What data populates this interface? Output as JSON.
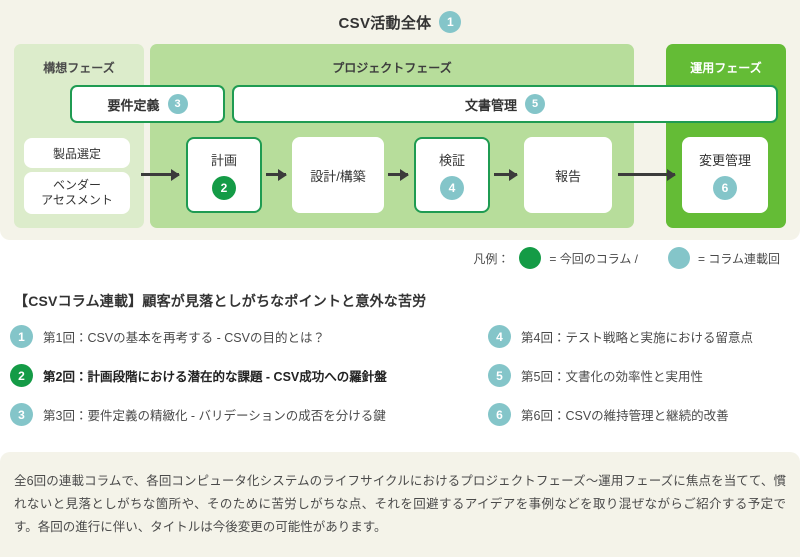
{
  "diagram": {
    "title": "CSV活動全体",
    "title_badge": "1",
    "phases": [
      {
        "id": "concept",
        "label": "構想フェーズ"
      },
      {
        "id": "project",
        "label": "プロジェクトフェーズ"
      },
      {
        "id": "operation",
        "label": "運用フェーズ"
      }
    ],
    "bars": [
      {
        "id": "requirements",
        "label": "要件定義",
        "badge": "3",
        "badge_color": "teal"
      },
      {
        "id": "documents",
        "label": "文書管理",
        "badge": "5",
        "badge_color": "teal"
      }
    ],
    "nodes": [
      {
        "id": "product-selection",
        "label": "製品選定",
        "badge": "",
        "badge_color": ""
      },
      {
        "id": "vendor-assessment",
        "label": "ベンダー\nアセスメント",
        "badge": "",
        "badge_color": ""
      },
      {
        "id": "plan",
        "label": "計画",
        "badge": "2",
        "badge_color": "green"
      },
      {
        "id": "design-build",
        "label": "設計/構築",
        "badge": "",
        "badge_color": ""
      },
      {
        "id": "verification",
        "label": "検証",
        "badge": "4",
        "badge_color": "teal"
      },
      {
        "id": "report",
        "label": "報告",
        "badge": "",
        "badge_color": ""
      },
      {
        "id": "change-management",
        "label": "変更管理",
        "badge": "6",
        "badge_color": "teal"
      }
    ]
  },
  "legend": {
    "label": "凡例：",
    "current_text": "= 今回のコラム /",
    "series_text": "= コラム連載回"
  },
  "content": {
    "title": "【CSVコラム連載】顧客が見落としがちなポイントと意外な苦労",
    "left_items": [
      {
        "number": "1",
        "state": "upcoming",
        "text": "第1回：CSVの基本を再考する - CSVの目的とは？"
      },
      {
        "number": "2",
        "state": "current",
        "text": "第2回：計画段階における潜在的な課題 - CSV成功への羅針盤"
      },
      {
        "number": "3",
        "state": "upcoming",
        "text": "第3回：要件定義の精緻化 - バリデーションの成否を分ける鍵"
      }
    ],
    "right_items": [
      {
        "number": "4",
        "state": "upcoming",
        "text": "第4回：テスト戦略と実施における留意点"
      },
      {
        "number": "5",
        "state": "upcoming",
        "text": "第5回：文書化の効率性と実用性"
      },
      {
        "number": "6",
        "state": "upcoming",
        "text": "第6回：CSVの維持管理と継続的改善"
      }
    ]
  },
  "note": {
    "text": "全6回の連載コラムで、各回コンピュータ化システムのライフサイクルにおけるプロジェクトフェーズ〜運用フェーズに焦点を当てて、慣れないと見落としがちな箇所や、そのために苦労しがちな点、それを回避するアイデアを事例などを取り混ぜながらご紹介する予定です。各回の進行に伴い、タイトルは今後変更の可能性があります。"
  },
  "colors": {
    "cream": "#f4f3e9",
    "concept_phase": "#dceccb",
    "project_phase": "#b7dd9b",
    "operation_phase": "#64bc36",
    "accent_green": "#149b46",
    "border_green": "#1f9b52",
    "teal_badge": "#84c5c9"
  }
}
